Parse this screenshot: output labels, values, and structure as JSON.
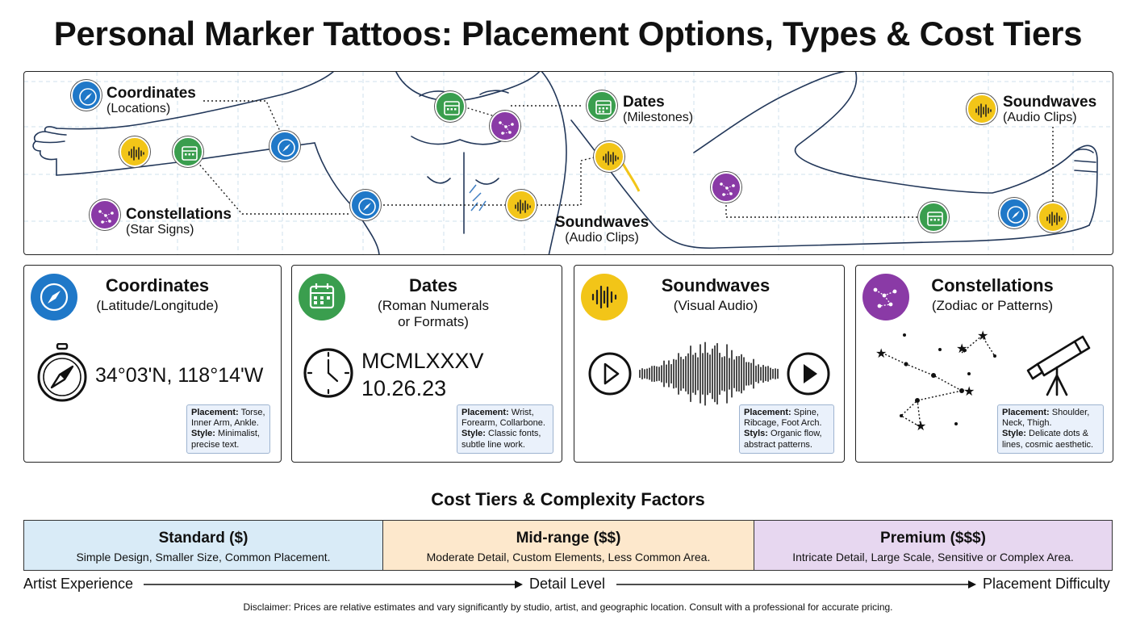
{
  "title": "Personal Marker Tattoos: Placement Options, Types & Cost Tiers",
  "colors": {
    "blue": "#1f78c8",
    "green": "#3a9e4e",
    "yellow": "#f2c518",
    "purple": "#8a3aa6",
    "standard": "#d9ebf7",
    "midrange": "#fde8cc",
    "premium": "#e7d7f0",
    "note": "#eaf1fb"
  },
  "body_labels": {
    "coordinates": {
      "title": "Coordinates",
      "sub": "(Locations)"
    },
    "constellations": {
      "title": "Constellations",
      "sub": "(Star Signs)"
    },
    "dates": {
      "title": "Dates",
      "sub": "(Milestones)"
    },
    "soundwaves_torso": {
      "title": "Soundwaves",
      "sub": "(Audio Clips)"
    },
    "soundwaves_leg": {
      "title": "Soundwaves",
      "sub": "(Audio Clips)"
    }
  },
  "markers": [
    "compass-icon",
    "calendar-icon",
    "soundwave-icon",
    "constellation-icon"
  ],
  "cards": [
    {
      "title": "Coordinates",
      "subtitle": "(Latitude/Longitude)",
      "icon": "compass-icon",
      "example": "34°03'N, 118°14'W",
      "placement_label": "Placement:",
      "placement": "Torse, Inner Arm, Ankle.",
      "style_label": "Style:",
      "style": "Minimalist, precise text."
    },
    {
      "title": "Dates",
      "subtitle_1": "(Roman Numerals",
      "subtitle_2": "or Formats)",
      "icon": "calendar-icon",
      "example_1": "MCMLXXXV",
      "example_2": "10.26.23",
      "placement_label": "Placement:",
      "placement": "Wrist, Forearm, Collarbone.",
      "style_label": "Style:",
      "style": "Classic fonts, subtle line work."
    },
    {
      "title": "Soundwaves",
      "subtitle": "(Visual Audio)",
      "icon": "soundwave-icon",
      "placement_label": "Placement:",
      "placement": "Spine, Ribcage, Foot Arch.",
      "style_label": "Styls:",
      "style": "Organic flow, abstract patterns."
    },
    {
      "title": "Constellations",
      "subtitle": "(Zodiac or Patterns)",
      "icon": "constellation-icon",
      "placement_label": "Placement:",
      "placement": "Shoulder, Neck, Thigh.",
      "style_label": "Style:",
      "style": "Delicate dots & lines, cosmic aesthetic."
    }
  ],
  "cost": {
    "title": "Cost Tiers & Complexity Factors",
    "tiers": [
      {
        "name": "Standard ($)",
        "desc": "Simple Design, Smaller Size, Common Placement."
      },
      {
        "name": "Mid-range ($$)",
        "desc": "Moderate Detail, Custom Elements, Less Common Area."
      },
      {
        "name": "Premium ($$$)",
        "desc": "Intricate Detail, Large Scale, Sensitive or Complex Area."
      }
    ],
    "axis": [
      "Artist Experience",
      "Detail Level",
      "Placement Difficulty"
    ]
  },
  "disclaimer": "Disclaimer: Prices are relative estimates and vary significantly by studio, artist, and geographic location. Consult with a professional for accurate pricing."
}
